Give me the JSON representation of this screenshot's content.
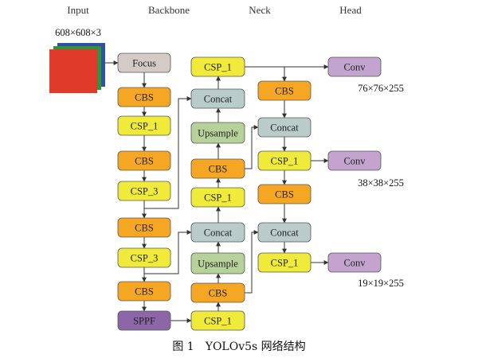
{
  "columns": {
    "input": "Input",
    "backbone": "Backbone",
    "neck": "Neck",
    "head": "Head"
  },
  "input_size": "608×608×3",
  "colors": {
    "focus": "#d4cbc7",
    "cbs": "#f5a623",
    "csp": "#f0ea3a",
    "concat": "#b9ccc9",
    "upsample": "#b7d19a",
    "sppf": "#8d66a8",
    "conv": "#c2a4cf",
    "input_red": "#e03a2a",
    "input_green": "#3a8f3a",
    "input_blue": "#2b55a0"
  },
  "blocks": {
    "focus": "Focus",
    "b_cbs1": "CBS",
    "b_csp1": "CSP_1",
    "b_cbs2": "CBS",
    "b_csp3a": "CSP_3",
    "b_cbs3": "CBS",
    "b_csp3b": "CSP_3",
    "b_cbs4": "CBS",
    "sppf": "SPPF",
    "n1_csp1": "CSP_1",
    "n1_concat1": "Concat",
    "n1_upsample1": "Upsample",
    "n1_cbs1": "CBS",
    "n1_csp1b": "CSP_1",
    "n1_concat2": "Concat",
    "n1_upsample2": "Upsample",
    "n1_cbs2": "CBS",
    "n1_csp1c": "CSP_1",
    "n2_cbs1": "CBS",
    "n2_concat1": "Concat",
    "n2_csp1": "CSP_1",
    "n2_cbs2": "CBS",
    "n2_concat2": "Concat",
    "n2_csp1b": "CSP_1",
    "h_conv1": "Conv",
    "h_conv2": "Conv",
    "h_conv3": "Conv"
  },
  "outputs": {
    "out1": "76×76×255",
    "out2": "38×38×255",
    "out3": "19×19×255"
  },
  "caption": "图 1　YOLOv5s 网络结构"
}
